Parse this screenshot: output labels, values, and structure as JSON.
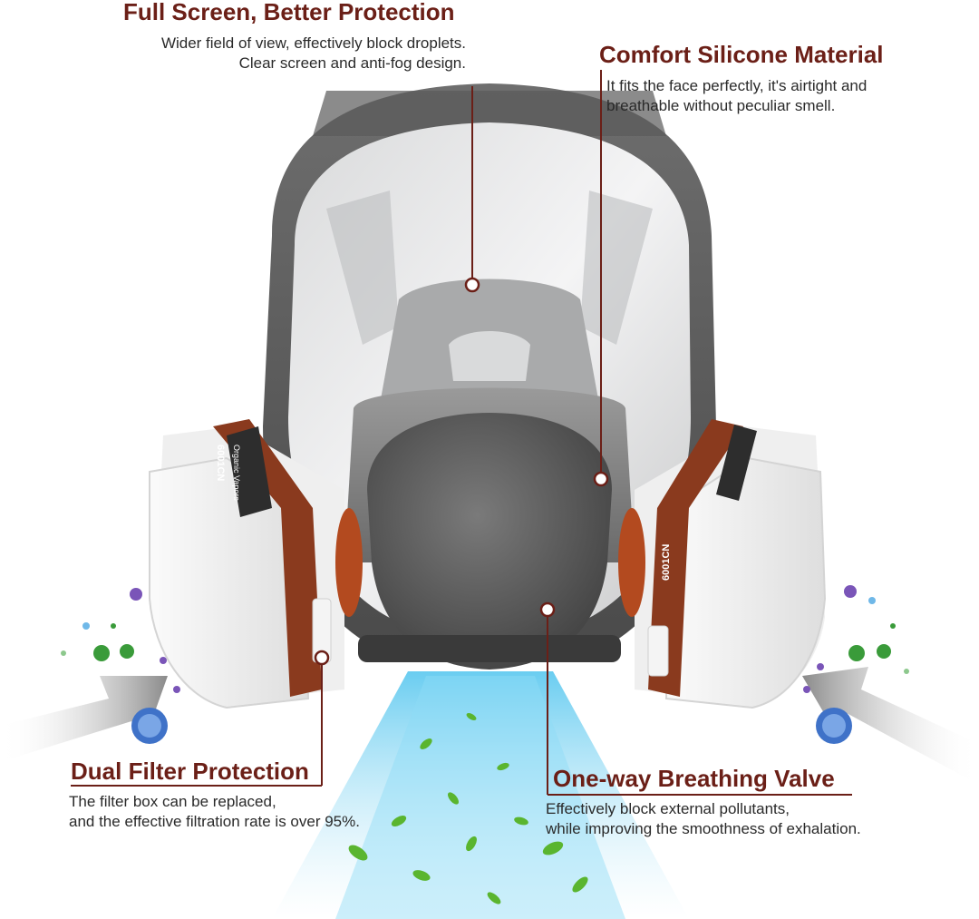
{
  "colors": {
    "accent": "#6b1f17",
    "text": "#2a2a2a",
    "mask_frame": "#5e5e5e",
    "filter_band": "#8a3a1e",
    "airflow": "#7fd8f5"
  },
  "callouts": {
    "full_screen": {
      "title": "Full Screen, Better Protection",
      "desc_line1": "Wider field of view, effectively block droplets.",
      "desc_line2": "Clear screen and anti-fog design."
    },
    "comfort": {
      "title": "Comfort Silicone Material",
      "desc_line1": "It fits the face perfectly, it's airtight and",
      "desc_line2": "breathable without peculiar smell."
    },
    "dual_filter": {
      "title": "Dual Filter Protection",
      "desc_line1": "The filter box can be replaced,",
      "desc_line2": "and the effective filtration rate is over 95%."
    },
    "valve": {
      "title": "One-way Breathing Valve",
      "desc_line1": "Effectively block external pollutants,",
      "desc_line2": "while improving the smoothness of exhalation."
    }
  },
  "filter_labels": {
    "left_code": "6001CN",
    "left_text": "Organic Vapors",
    "right_code": "6001CN"
  },
  "icons": [
    "respirator-mask-icon",
    "filter-cartridge-icon",
    "virus-icon",
    "leaf-icon",
    "airflow-arrow-icon"
  ]
}
